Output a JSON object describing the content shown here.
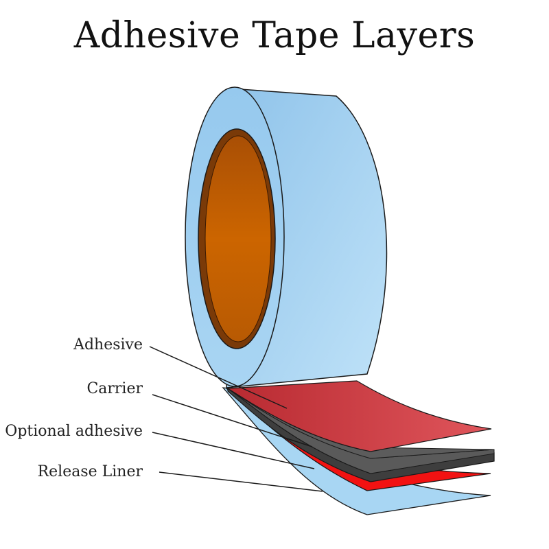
{
  "title": "Adhesive Tape Layers",
  "labels": {
    "adhesive": "Adhesive",
    "carrier": "Carrier",
    "optional_adhesive": "Optional adhesive",
    "release_liner": "Release Liner"
  },
  "colors": {
    "tape_light": "#b2daf5",
    "tape_mid": "#9fcdef",
    "core_orange": "#cc6500",
    "core_rim": "#7a3a08",
    "adhesive_red": "#c9373d",
    "carrier_gray": "#5a5a5a",
    "optional_red": "#f21212",
    "liner_blue": "#a8d6f3",
    "outline": "#1a1a1a"
  }
}
